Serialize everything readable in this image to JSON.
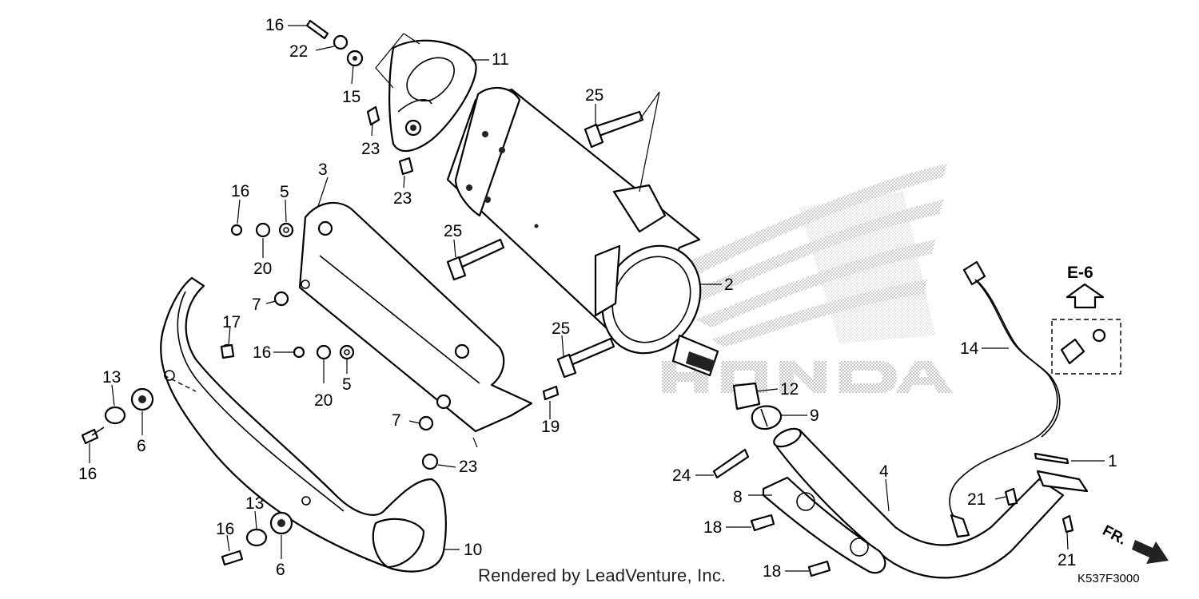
{
  "diagram": {
    "credit": "Rendered by LeadVenture, Inc.",
    "code": "K537F3000",
    "ref_label": "E-6",
    "front_label": "FR.",
    "callouts": {
      "c1": "1",
      "c2": "2",
      "c3": "3",
      "c4": "4",
      "c5a": "5",
      "c5b": "5",
      "c6a": "6",
      "c6b": "6",
      "c7a": "7",
      "c7b": "7",
      "c8": "8",
      "c9": "9",
      "c10": "10",
      "c11": "11",
      "c12": "12",
      "c13a": "13",
      "c13b": "13",
      "c14": "14",
      "c15": "15",
      "c16a": "16",
      "c16b": "16",
      "c16c": "16",
      "c16d": "16",
      "c16e": "16",
      "c17": "17",
      "c18a": "18",
      "c18b": "18",
      "c19": "19",
      "c20a": "20",
      "c20b": "20",
      "c21a": "21",
      "c21b": "21",
      "c22": "22",
      "c23a": "23",
      "c23b": "23",
      "c23c": "23",
      "c24": "24",
      "c25a": "25",
      "c25b": "25",
      "c25c": "25"
    }
  }
}
